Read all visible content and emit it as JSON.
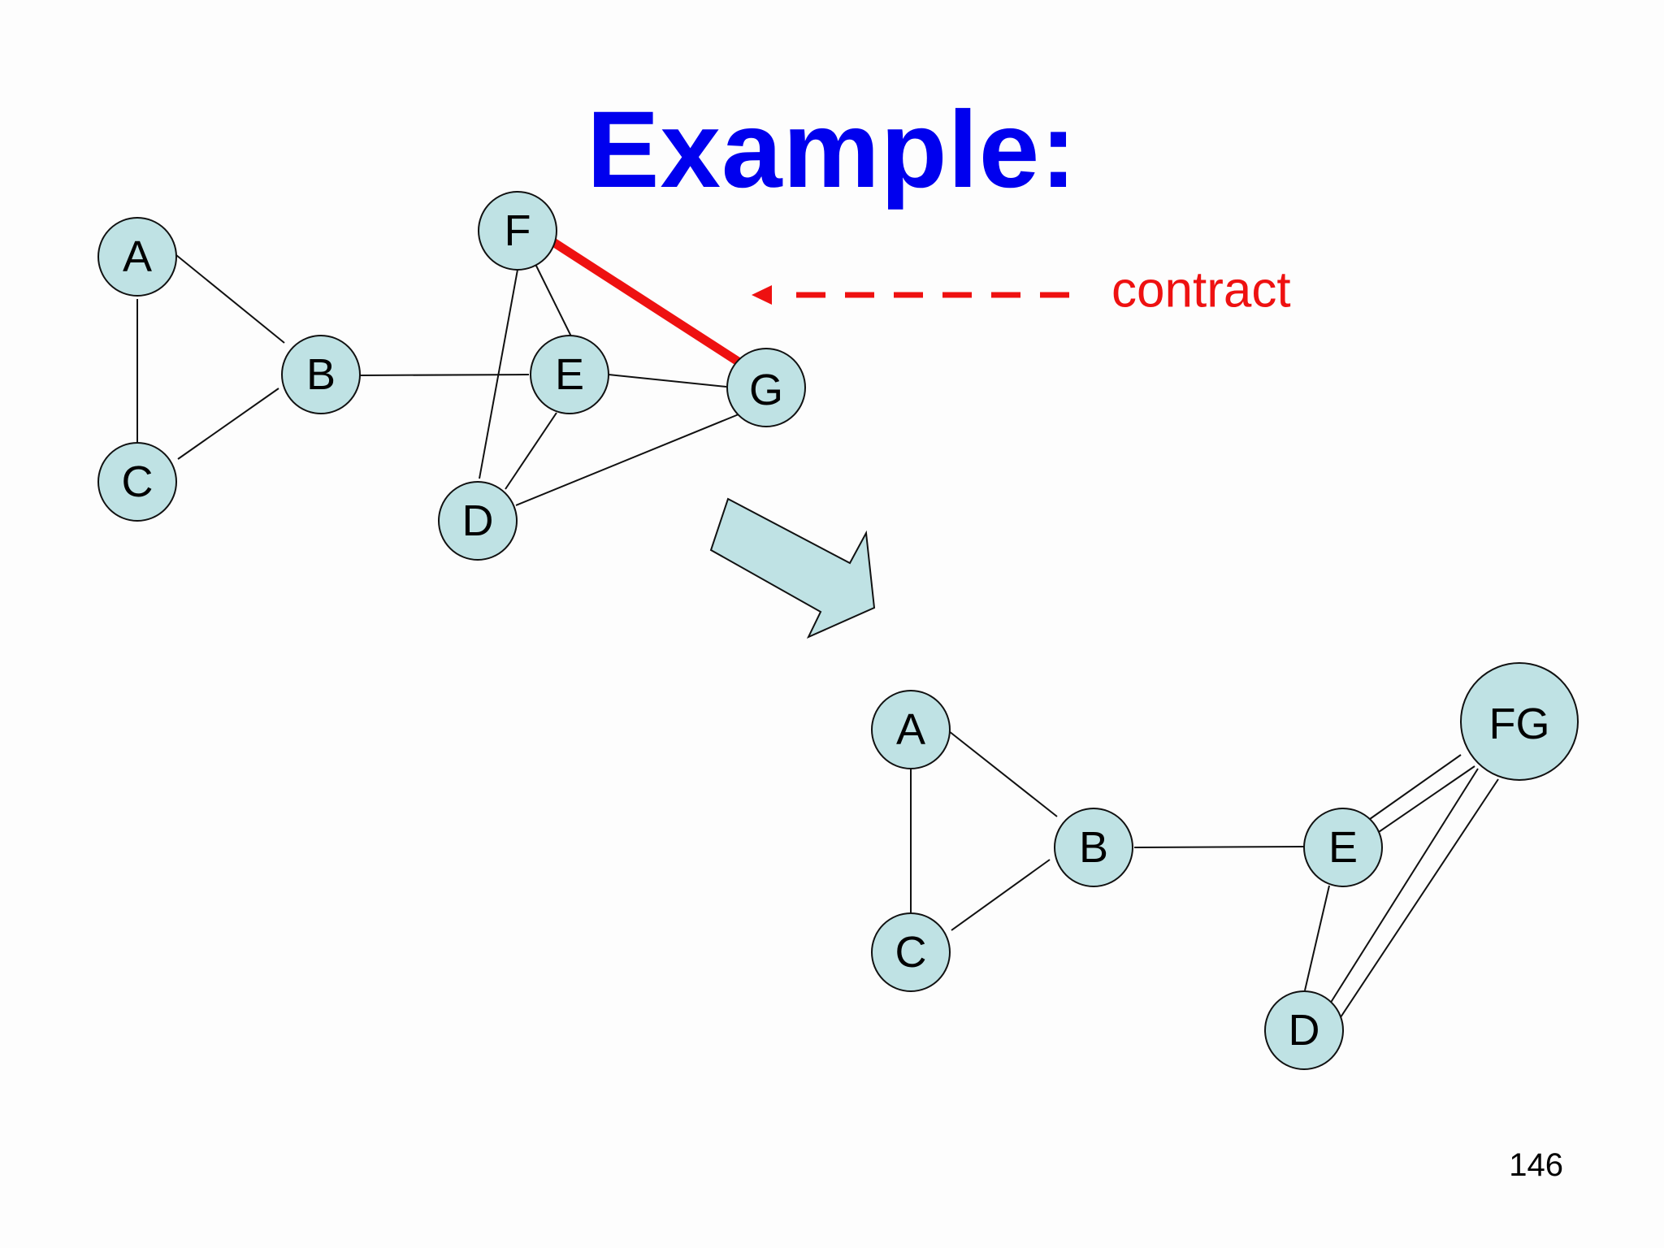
{
  "slide": {
    "title": "Example:",
    "annotation": "contract",
    "page_number": "146"
  },
  "colors": {
    "title": "#0000ee",
    "contract": "#ee1111",
    "node_fill": "#bfe2e4",
    "arrow_fill": "#bfe2e4",
    "stroke": "#111111"
  },
  "before_graph": {
    "nodes": [
      "A",
      "B",
      "C",
      "D",
      "E",
      "F",
      "G"
    ],
    "edges": [
      [
        "A",
        "B"
      ],
      [
        "A",
        "C"
      ],
      [
        "B",
        "C"
      ],
      [
        "B",
        "E"
      ],
      [
        "F",
        "E"
      ],
      [
        "F",
        "D"
      ],
      [
        "E",
        "D"
      ],
      [
        "E",
        "G"
      ],
      [
        "D",
        "G"
      ],
      [
        "F",
        "G"
      ]
    ],
    "contracted_edge": [
      "F",
      "G"
    ]
  },
  "after_graph": {
    "nodes": [
      "A",
      "B",
      "C",
      "E",
      "D",
      "FG"
    ],
    "edges": [
      [
        "A",
        "B"
      ],
      [
        "A",
        "C"
      ],
      [
        "B",
        "C"
      ],
      [
        "B",
        "E"
      ],
      [
        "E",
        "D"
      ],
      [
        "E",
        "FG"
      ],
      [
        "E",
        "FG"
      ],
      [
        "D",
        "FG"
      ],
      [
        "D",
        "FG"
      ]
    ]
  }
}
